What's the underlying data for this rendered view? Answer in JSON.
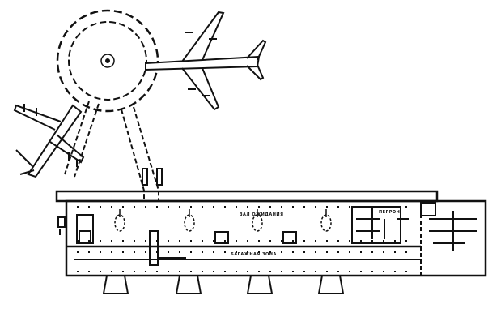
{
  "labels": {
    "waiting_hall": "ЗАЛ ОЖИДАНИЯ",
    "apron_room": "ПЕРРОН",
    "lower_zone": "БАГАЖНАЯ ЗОНА"
  },
  "colors": {
    "ink": "#111111",
    "paper": "#ffffff"
  }
}
